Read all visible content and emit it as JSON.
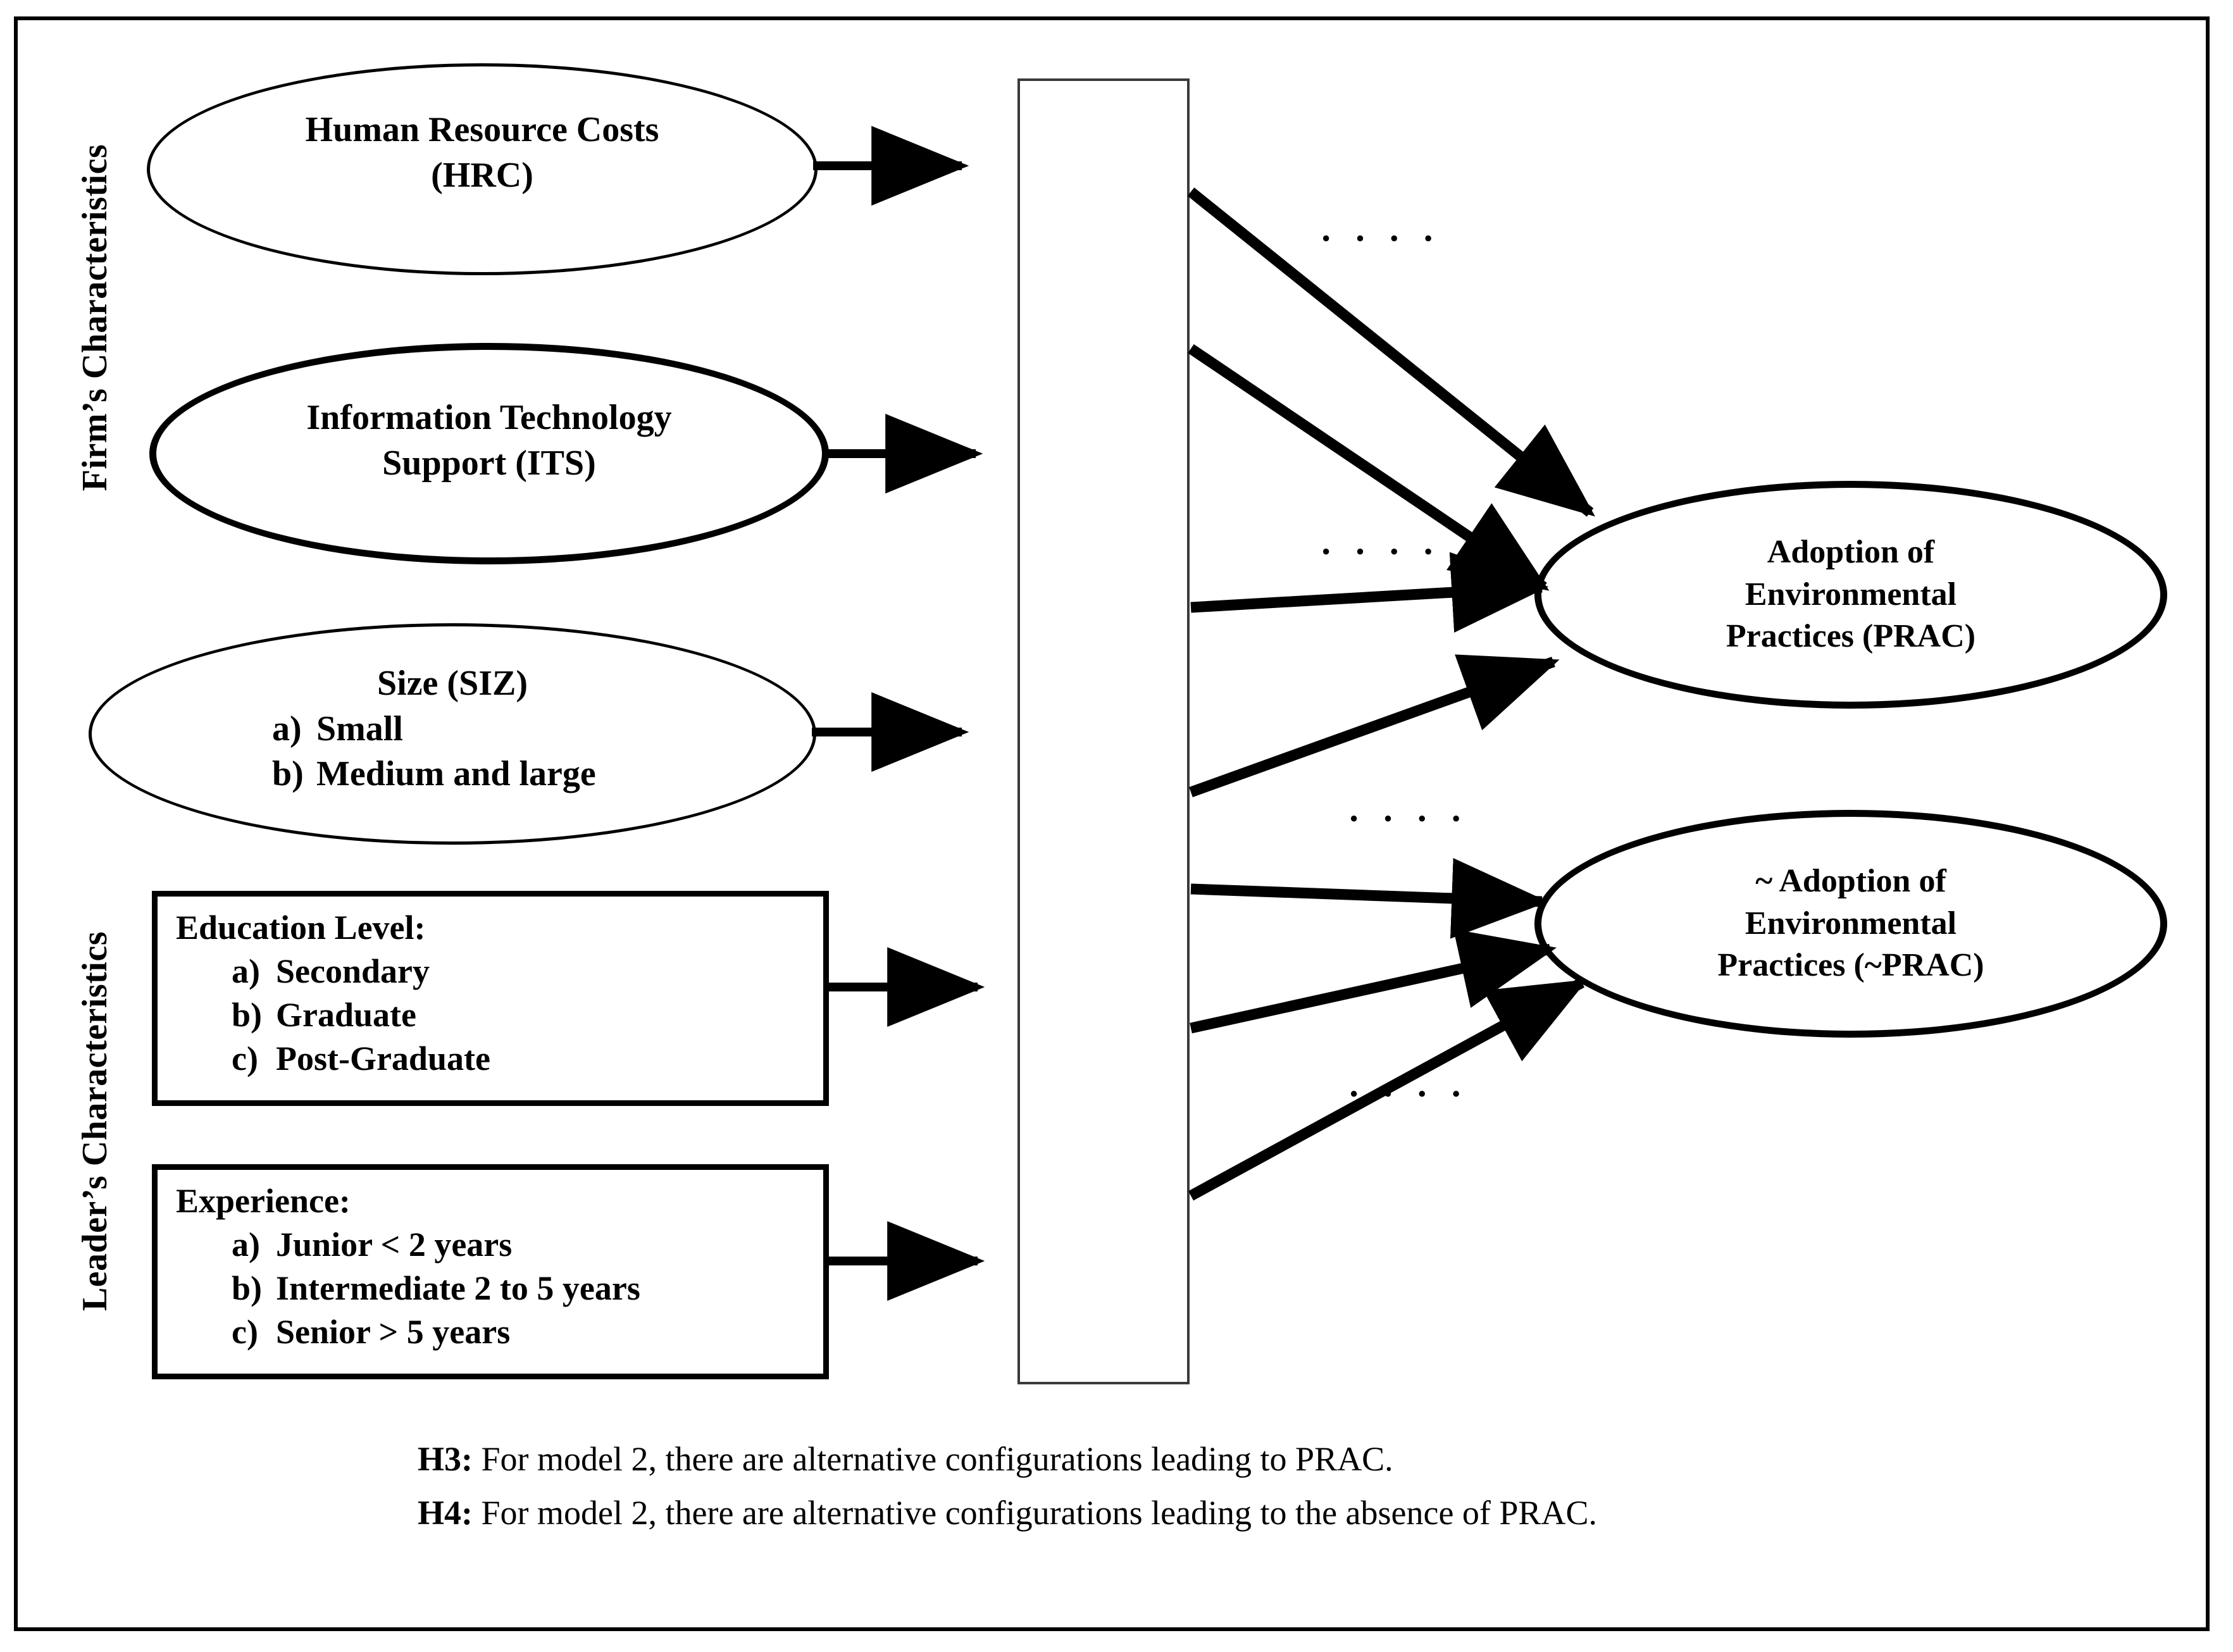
{
  "figure": {
    "kind": "conceptual-model-diagram",
    "frame_color": "#000000",
    "background": "#ffffff"
  },
  "side_labels": {
    "firm": "Firm’s Characteristics",
    "leader": "Leader’s Characteristics"
  },
  "antecedents": [
    {
      "id": "hrc",
      "shape": "ellipse",
      "emphasis": "normal",
      "lines": [
        "Human Resource Costs",
        "(HRC)"
      ]
    },
    {
      "id": "its",
      "shape": "ellipse",
      "emphasis": "bold",
      "lines": [
        "Information Technology",
        "Support (ITS)"
      ]
    },
    {
      "id": "siz",
      "shape": "ellipse",
      "emphasis": "normal",
      "title": "Size (SIZ)",
      "items": [
        {
          "marker": "a)",
          "text": "Small"
        },
        {
          "marker": "b)",
          "text": "Medium and large"
        }
      ]
    },
    {
      "id": "edu",
      "shape": "rectangle",
      "title": "Education Level:",
      "items": [
        {
          "marker": "a)",
          "text": "Secondary"
        },
        {
          "marker": "b)",
          "text": "Graduate"
        },
        {
          "marker": "c)",
          "text": "Post-Graduate"
        }
      ]
    },
    {
      "id": "exp",
      "shape": "rectangle",
      "title": "Experience:",
      "items": [
        {
          "marker": "a)",
          "text": "Junior < 2 years"
        },
        {
          "marker": "b)",
          "text": "Intermediate 2 to 5 years"
        },
        {
          "marker": "c)",
          "text": "Senior > 5 years"
        }
      ]
    }
  ],
  "configuration_box": {
    "label": "",
    "border_color": "#3a3a3a"
  },
  "outcomes": [
    {
      "id": "prac",
      "shape": "ellipse",
      "emphasis": "bold",
      "lines": [
        "Adoption of",
        "Environmental",
        "Practices (PRAC)"
      ]
    },
    {
      "id": "nprac",
      "shape": "ellipse",
      "emphasis": "bold",
      "lines": [
        "~ Adoption of",
        "Environmental",
        "Practices (~PRAC)"
      ]
    }
  ],
  "ellipsis_markers": [
    {
      "id": "dots-1",
      "text": "· · · ·"
    },
    {
      "id": "dots-2",
      "text": "· · · ·"
    },
    {
      "id": "dots-3",
      "text": "· · · ·"
    },
    {
      "id": "dots-4",
      "text": "· · · ·"
    }
  ],
  "hypotheses": [
    {
      "id": "h3",
      "tag": "H3:",
      "text": " For model 2, there are alternative configurations leading to PRAC."
    },
    {
      "id": "h4",
      "tag": "H4:",
      "text": " For model 2, there are alternative configurations leading to the absence of PRAC."
    }
  ]
}
